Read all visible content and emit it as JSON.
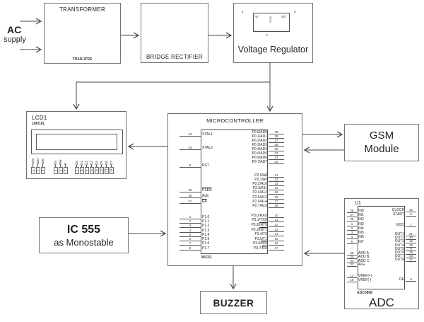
{
  "colors": {
    "wire": "#474747",
    "box_border": "#757575",
    "chip_border": "#4e4e4e",
    "text": "#1f1f1f"
  },
  "blocks": {
    "ac": {
      "line1": "AC",
      "line2": "supply"
    },
    "transformer": {
      "title": "TRANSFORMER",
      "part": "TRAN-2P2S"
    },
    "bridge": {
      "title": "BRIDGE RECTIFIER"
    },
    "regulator": {
      "title": "Voltage Regulator",
      "vi": "VI",
      "vo": "VO",
      "gnd": "GND",
      "pin1": "1",
      "pin2": "2",
      "pin3": "3"
    },
    "lcd": {
      "ref": "LCD1",
      "part": "LM016L",
      "pin_groups": [
        {
          "rows": [
            {
              "name": "VSS",
              "num": "1"
            },
            {
              "name": "VDD",
              "num": "2"
            },
            {
              "name": "VEE",
              "num": "3"
            }
          ]
        },
        {
          "rows": [
            {
              "name": "RS",
              "num": "4"
            },
            {
              "name": "RW",
              "num": "5"
            },
            {
              "name": "E",
              "num": "6"
            }
          ]
        },
        {
          "rows": [
            {
              "name": "D0",
              "num": "7"
            },
            {
              "name": "D1",
              "num": "8"
            },
            {
              "name": "D2",
              "num": "9"
            },
            {
              "name": "D3",
              "num": "10"
            },
            {
              "name": "D4",
              "num": "11"
            },
            {
              "name": "D5",
              "num": "12"
            },
            {
              "name": "D6",
              "num": "13"
            },
            {
              "name": "D7",
              "num": "14"
            }
          ]
        }
      ]
    },
    "mcu": {
      "title": "MICROCONTROLLER",
      "part": "80C51",
      "left_groups": [
        {
          "rows": [
            {
              "num": "19",
              "base": "XTAL1",
              "over": ""
            }
          ]
        },
        {
          "rows": [
            {
              "num": "18",
              "base": "XTAL2",
              "over": ""
            }
          ]
        },
        {
          "rows": [
            {
              "num": "9",
              "base": "RST",
              "over": ""
            }
          ]
        },
        {
          "rows": [
            {
              "num": "29",
              "base": "",
              "over": "PSEN"
            },
            {
              "num": "30",
              "base": "ALE",
              "over": ""
            },
            {
              "num": "31",
              "base": "",
              "over": "EA"
            }
          ]
        },
        {
          "rows": [
            {
              "num": "1",
              "base": "P1.0",
              "over": ""
            },
            {
              "num": "2",
              "base": "P1.1",
              "over": ""
            },
            {
              "num": "3",
              "base": "P1.2",
              "over": ""
            },
            {
              "num": "4",
              "base": "P1.3",
              "over": ""
            },
            {
              "num": "5",
              "base": "P1.4",
              "over": ""
            },
            {
              "num": "6",
              "base": "P1.5",
              "over": ""
            },
            {
              "num": "7",
              "base": "P1.6",
              "over": ""
            },
            {
              "num": "8",
              "base": "P1.7",
              "over": ""
            }
          ]
        }
      ],
      "right_groups": [
        {
          "rows": [
            {
              "num": "39",
              "base": "P0.0/AD0",
              "over": ""
            },
            {
              "num": "38",
              "base": "P0.1/AD1",
              "over": ""
            },
            {
              "num": "37",
              "base": "P0.2/AD2",
              "over": ""
            },
            {
              "num": "36",
              "base": "P0.3/AD3",
              "over": ""
            },
            {
              "num": "35",
              "base": "P0.4/AD4",
              "over": ""
            },
            {
              "num": "34",
              "base": "P0.5/AD5",
              "over": ""
            },
            {
              "num": "33",
              "base": "P0.6/AD6",
              "over": ""
            },
            {
              "num": "32",
              "base": "P0.7/AD7",
              "over": ""
            }
          ]
        },
        {
          "rows": [
            {
              "num": "21",
              "base": "P2.0/A8",
              "over": ""
            },
            {
              "num": "22",
              "base": "P2.1/A9",
              "over": ""
            },
            {
              "num": "23",
              "base": "P2.2/A10",
              "over": ""
            },
            {
              "num": "24",
              "base": "P2.3/A11",
              "over": ""
            },
            {
              "num": "25",
              "base": "P2.4/A12",
              "over": ""
            },
            {
              "num": "26",
              "base": "P2.5/A13",
              "over": ""
            },
            {
              "num": "27",
              "base": "P2.6/A14",
              "over": ""
            },
            {
              "num": "28",
              "base": "P2.7/A15",
              "over": ""
            }
          ]
        },
        {
          "rows": [
            {
              "num": "10",
              "base": "P3.0/RXD",
              "over": ""
            },
            {
              "num": "11",
              "base": "P3.1/TXD",
              "over": ""
            },
            {
              "num": "12",
              "base": "P3.2/",
              "over": "INT0"
            },
            {
              "num": "13",
              "base": "P3.3/",
              "over": "INT1"
            },
            {
              "num": "14",
              "base": "P3.4/T0",
              "over": ""
            },
            {
              "num": "15",
              "base": "P3.5/T1",
              "over": ""
            },
            {
              "num": "16",
              "base": "P3.6/",
              "over": "WR"
            },
            {
              "num": "17",
              "base": "P3.7/",
              "over": "RD"
            }
          ]
        }
      ]
    },
    "gsm": {
      "line1": "GSM",
      "line2": "Module"
    },
    "ic555": {
      "line1": "IC 555",
      "line2": "as Monostable"
    },
    "buzzer": {
      "title": "BUZZER"
    },
    "adc": {
      "ref": "U1",
      "part": "ADC0808",
      "title": "ADC",
      "left_groups": [
        {
          "rows": [
            {
              "num": "26",
              "base": "IN0",
              "over": ""
            },
            {
              "num": "27",
              "base": "IN1",
              "over": ""
            },
            {
              "num": "28",
              "base": "IN2",
              "over": ""
            },
            {
              "num": "1",
              "base": "IN3",
              "over": ""
            },
            {
              "num": "2",
              "base": "IN4",
              "over": ""
            },
            {
              "num": "3",
              "base": "IN5",
              "over": ""
            },
            {
              "num": "4",
              "base": "IN6",
              "over": ""
            },
            {
              "num": "5",
              "base": "IN7",
              "over": ""
            }
          ]
        },
        {
          "rows": [
            {
              "num": "25",
              "base": "ADD A",
              "over": ""
            },
            {
              "num": "24",
              "base": "ADD B",
              "over": ""
            },
            {
              "num": "23",
              "base": "ADD C",
              "over": ""
            },
            {
              "num": "22",
              "base": "ALE",
              "over": ""
            }
          ]
        },
        {
          "rows": [
            {
              "num": "12",
              "base": "VREF(+)",
              "over": ""
            },
            {
              "num": "16",
              "base": "VREF(-)",
              "over": ""
            }
          ]
        }
      ],
      "right_groups": [
        {
          "rows": [
            {
              "num": "10",
              "base": "CLOCK",
              "over": ""
            },
            {
              "num": "6",
              "base": "START",
              "over": ""
            }
          ]
        },
        {
          "rows": [
            {
              "num": "7",
              "base": "EOC",
              "over": ""
            }
          ]
        },
        {
          "rows": [
            {
              "num": "21",
              "base": "OUT1",
              "over": ""
            },
            {
              "num": "20",
              "base": "OUT2",
              "over": ""
            },
            {
              "num": "19",
              "base": "OUT3",
              "over": ""
            },
            {
              "num": "18",
              "base": "OUT4",
              "over": ""
            },
            {
              "num": "8",
              "base": "OUT5",
              "over": ""
            },
            {
              "num": "15",
              "base": "OUT6",
              "over": ""
            },
            {
              "num": "14",
              "base": "OUT7",
              "over": ""
            },
            {
              "num": "17",
              "base": "OUT8",
              "over": ""
            }
          ]
        },
        {
          "rows": [
            {
              "num": "9",
              "base": "OE",
              "over": ""
            }
          ]
        }
      ]
    }
  }
}
